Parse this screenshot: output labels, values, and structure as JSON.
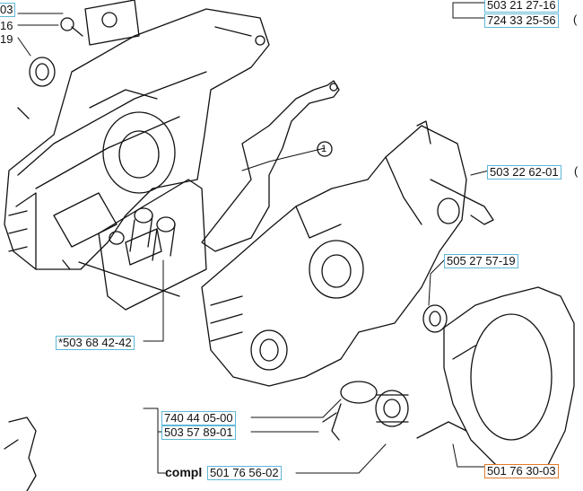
{
  "parts": {
    "p0": "503 21 27-16",
    "p1": "724 33 25-56",
    "p1_suffix": "(",
    "p2": "503 22 62-01",
    "p2_suffix": "(",
    "p3": "505 27 57-19",
    "p4": "*503 68 42-42",
    "p5": "740 44 05-00",
    "p6": "503 57 89-01",
    "p7": "501 76 56-02",
    "p8": "501 76 30-03",
    "left0": "03",
    "left1": "16",
    "left2": "19"
  },
  "callouts": {
    "c1": "1",
    "compl": "compl"
  },
  "colors": {
    "box": "#5fb7d6",
    "box_accent": "#e07a2a",
    "line": "#111111"
  }
}
